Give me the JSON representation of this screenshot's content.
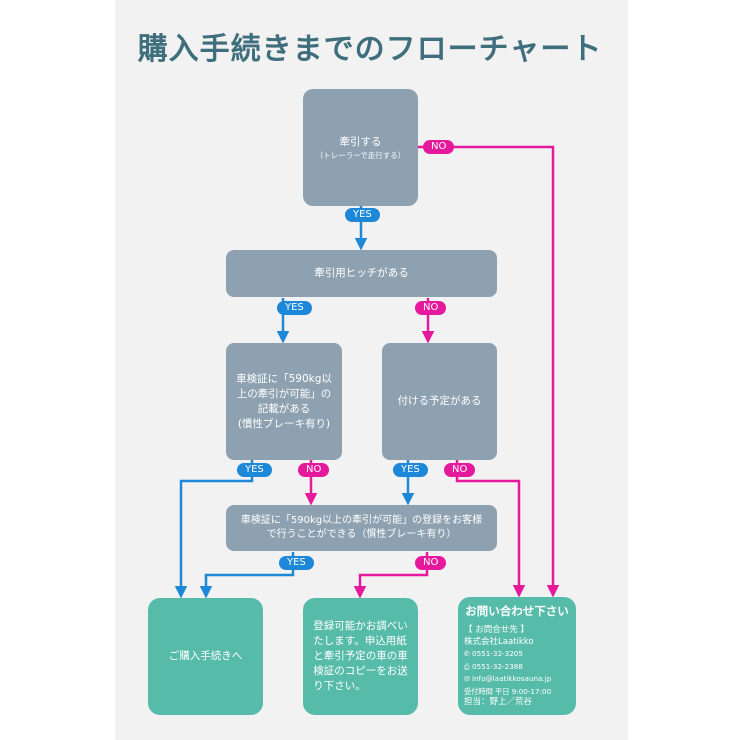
{
  "title": "購入手続きまでのフローチャート",
  "nodes": {
    "tow": {
      "label": "牽引する",
      "sub": "（トレーラーで走行する）"
    },
    "hitch": {
      "label": "牽引用ヒッチがある"
    },
    "cert": {
      "lines": [
        "車検証に「590kg以",
        "上の牽引が可能」の",
        "記載がある",
        "(慣性ブレーキ有り)"
      ]
    },
    "plan": {
      "label": "付ける予定がある"
    },
    "register": {
      "lines": [
        "車検証に「590kg以上の牽引が可能」の登録をお客様",
        "で行うことができる（慣性ブレーキ有り）"
      ]
    },
    "purchase": {
      "label": "ご購入手続きへ"
    },
    "check": {
      "lines": [
        "登録可能かお調べい",
        "たします。申込用紙",
        "と牽引予定の車の車",
        "検証のコピーをお送",
        "り下さい。"
      ]
    },
    "contact": {
      "title": "お問い合わせ下さい",
      "heading": "【 お問合せ先 】",
      "company": "株式会社Laatikko",
      "phone": "0551-32-3205",
      "fax": "0551-32-2388",
      "email": "info@laatikkosauna.jp",
      "hours": "受付時間 平日 9:00-17:00",
      "staff": "担当：野上／荒谷"
    }
  },
  "tags": {
    "yes": "YES",
    "no": "NO"
  },
  "icons": {
    "phone": "phone-icon",
    "fax": "fax-icon",
    "email": "mail-icon"
  },
  "colors": {
    "yes": "#1e88d8",
    "no": "#e5199c",
    "gray_box": "#8ea1b0",
    "teal_box": "#57bba9",
    "title": "#3f6f7d"
  }
}
